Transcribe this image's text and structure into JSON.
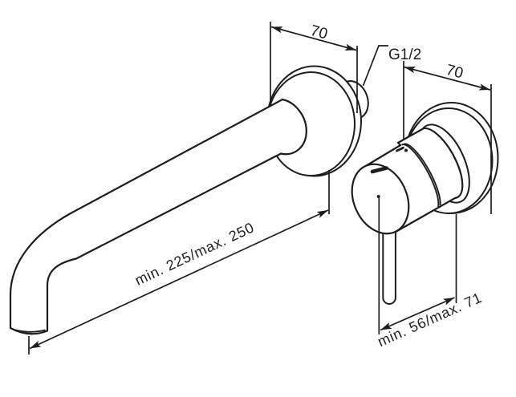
{
  "colors": {
    "line": "#1d1d1b",
    "background": "#ffffff"
  },
  "dimensions": {
    "spout_plate_width": {
      "label": "70"
    },
    "valve_plate_width": {
      "label": "70"
    },
    "spout_reach": {
      "label": "min. 225/max. 250"
    },
    "valve_depth": {
      "label": "min. 56/max. 71"
    },
    "connection_thread": {
      "label": "G1/2"
    }
  }
}
